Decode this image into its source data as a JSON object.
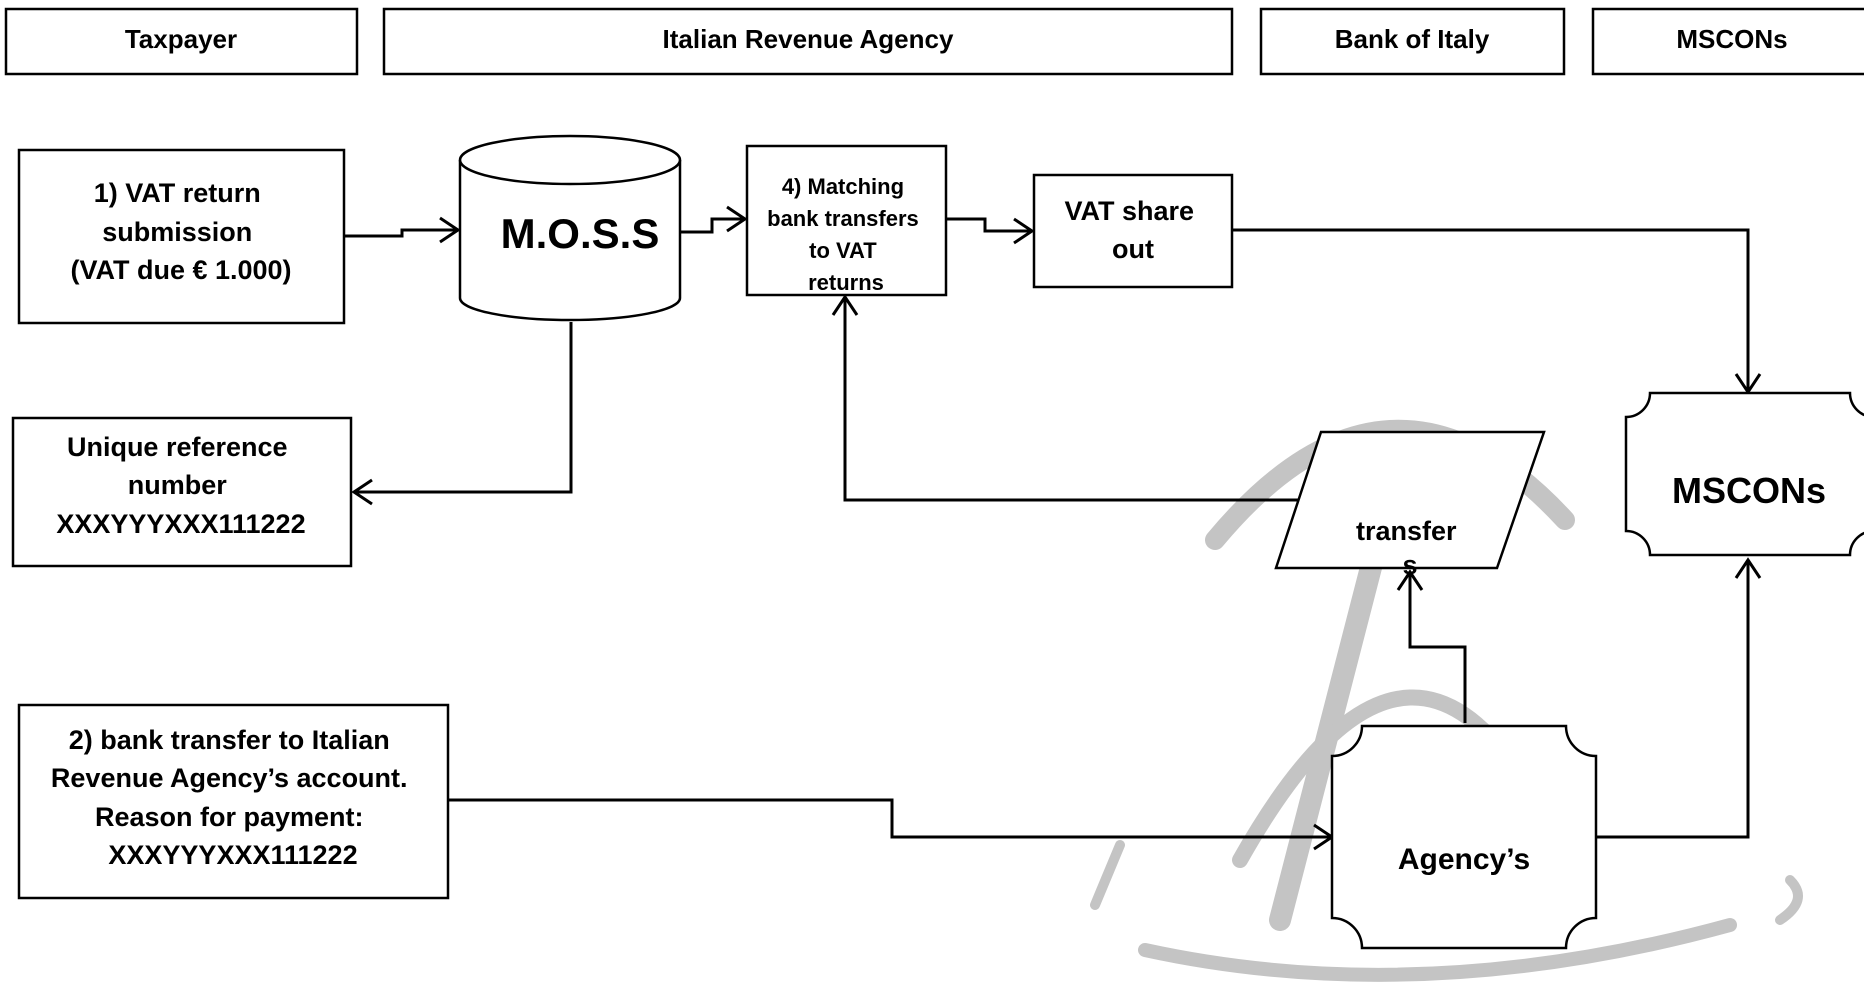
{
  "lanes": {
    "taxpayer": "Taxpayer",
    "revenue_agency": "Italian Revenue Agency",
    "bank_of_italy": "Bank of Italy",
    "mscons": "MSCONs"
  },
  "nodes": {
    "vat_return": [
      "1) VAT return",
      "submission",
      "(VAT due € 1.000)"
    ],
    "moss": "M.O.S.S",
    "matching": [
      "4) Matching",
      "bank transfers",
      "to VAT",
      "returns"
    ],
    "vat_share": [
      "VAT share",
      "out"
    ],
    "unique_ref": [
      "Unique reference",
      "number",
      "XXXYYYXXX111222"
    ],
    "transfers": [
      "transfer",
      "s"
    ],
    "mscons_node": "MSCONs",
    "bank_transfer": [
      "2) bank transfer to Italian",
      "Revenue Agency’s account.",
      "Reason for payment:",
      "XXXYYYXXX111222"
    ],
    "agency": "Agency’s"
  },
  "colors": {
    "line": "#000000",
    "background": "#ffffff",
    "watermark": "#c4c4c4"
  }
}
